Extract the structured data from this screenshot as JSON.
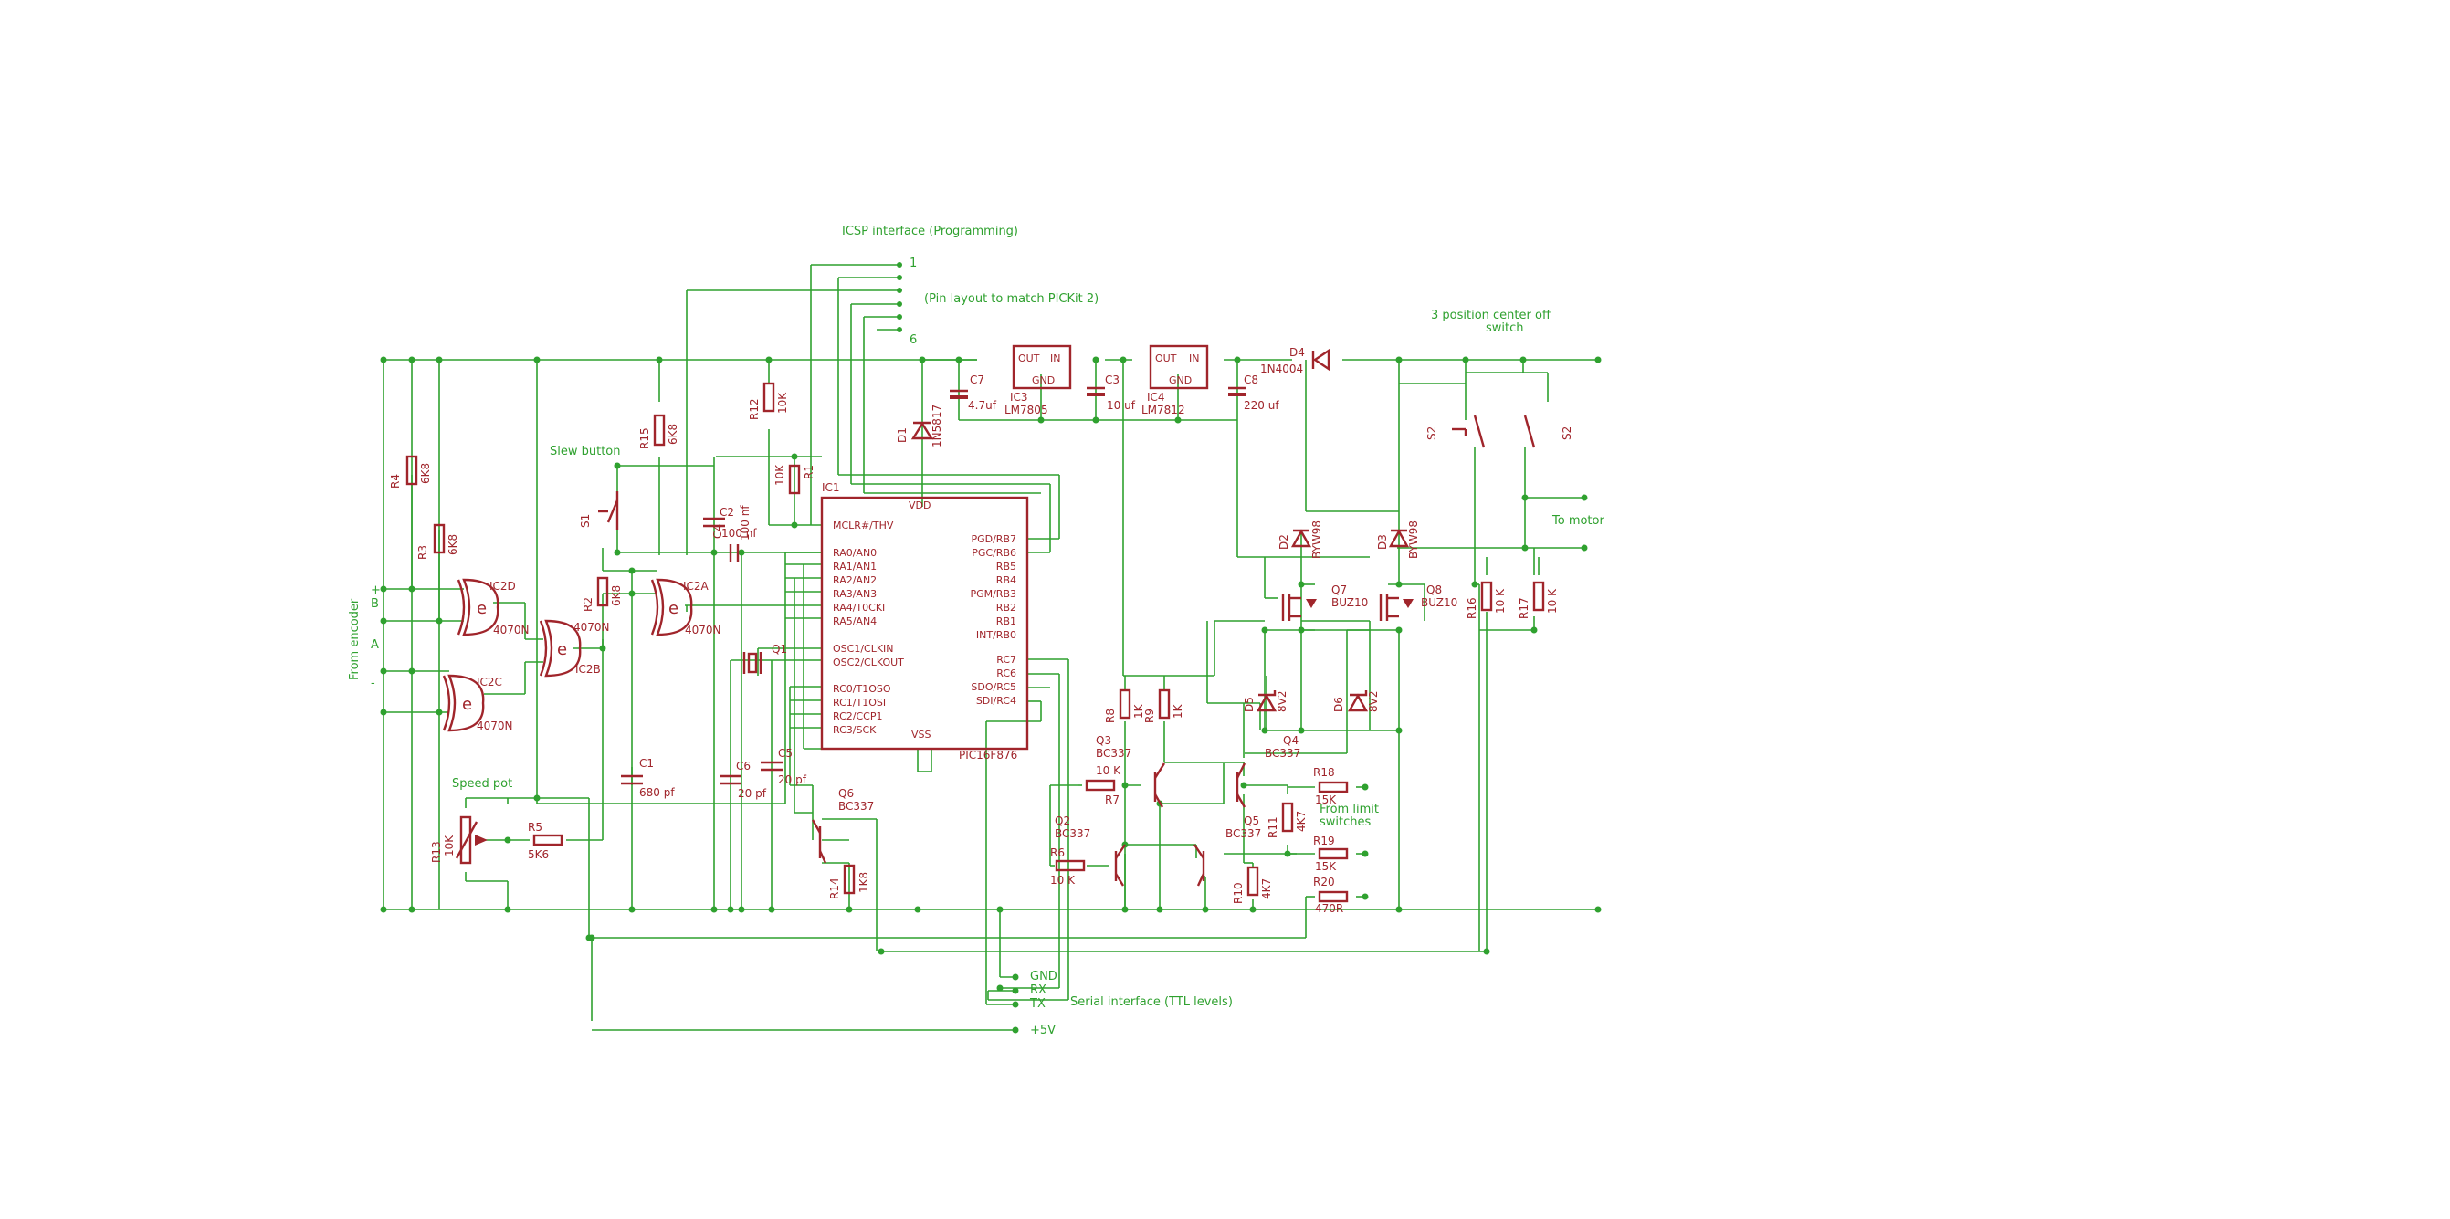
{
  "colors": {
    "wire": "#2fa12f",
    "part": "#a0252b",
    "background": "#ffffff"
  },
  "notes": {
    "icsp": "ICSP interface (Programming)",
    "pickit": "(Pin layout to match PICKit 2)",
    "icsp_pin1": "1",
    "icsp_pin6": "6",
    "slew": "Slew button",
    "speed_pot": "Speed pot",
    "encoder": "From encoder",
    "switch_line1": "3 position center off",
    "switch_line2": "switch",
    "motor": "To motor",
    "limit1": "From limit",
    "limit2": "switches",
    "serial": "Serial interface (TTL levels)",
    "serial_gnd": "GND",
    "serial_rx": "RX",
    "serial_tx": "TX",
    "plus5v": "+5V",
    "enc_plus": "+",
    "enc_b": "B",
    "enc_a": "A",
    "enc_minus": "-"
  },
  "ic1": {
    "name": "IC1",
    "part": "PIC16F876",
    "left_pins": [
      "MCLR#/THV",
      "RA0/AN0",
      "RA1/AN1",
      "RA2/AN2",
      "RA3/AN3",
      "RA4/T0CKI",
      "RA5/AN4",
      "OSC1/CLKIN",
      "OSC2/CLKOUT",
      "RC0/T1OSO",
      "RC1/T1OSI",
      "RC2/CCP1",
      "RC3/SCK"
    ],
    "right_pins": [
      "PGD/RB7",
      "PGC/RB6",
      "RB5",
      "RB4",
      "PGM/RB3",
      "RB2",
      "RB1",
      "INT/RB0",
      "RC7",
      "RC6",
      "SDO/RC5",
      "SDI/RC4"
    ],
    "vdd": "VDD",
    "vss": "VSS"
  },
  "regulators": [
    {
      "name": "IC3",
      "part": "LM7805",
      "out": "OUT",
      "in": "IN",
      "gnd": "GND"
    },
    {
      "name": "IC4",
      "part": "LM7812",
      "out": "OUT",
      "in": "IN",
      "gnd": "GND"
    }
  ],
  "gates": {
    "ic2d": {
      "name": "IC2D",
      "part": "4070N",
      "symbol": "e"
    },
    "ic2c": {
      "name": "IC2C",
      "part": "4070N",
      "symbol": "e"
    },
    "ic2b": {
      "name": "IC2B",
      "part": "4070N",
      "symbol": "e"
    },
    "ic2a": {
      "name": "IC2A",
      "part": "4070N",
      "symbol": "e"
    }
  },
  "components": {
    "r1": {
      "name": "R1",
      "value": "10K"
    },
    "r2": {
      "name": "R2",
      "value": "6K8"
    },
    "r3": {
      "name": "R3",
      "value": "6K8"
    },
    "r4": {
      "name": "R4",
      "value": "6K8"
    },
    "r5": {
      "name": "R5",
      "value": "5K6"
    },
    "r6": {
      "name": "R6",
      "value": "10 K"
    },
    "r7": {
      "name": "R7",
      "value": "10 K"
    },
    "r8": {
      "name": "R8",
      "value": "1K"
    },
    "r9": {
      "name": "R9",
      "value": "1K"
    },
    "r10": {
      "name": "R10",
      "value": "4K7"
    },
    "r11": {
      "name": "R11",
      "value": "4K7"
    },
    "r12": {
      "name": "R12",
      "value": "10K"
    },
    "r13": {
      "name": "R13",
      "value": "10K"
    },
    "r14": {
      "name": "R14",
      "value": "1K8"
    },
    "r15": {
      "name": "R15",
      "value": "6K8"
    },
    "r16": {
      "name": "R16",
      "value": "10 K"
    },
    "r17": {
      "name": "R17",
      "value": "10 K"
    },
    "r18": {
      "name": "R18",
      "value": "15K"
    },
    "r19": {
      "name": "R19",
      "value": "15K"
    },
    "r20": {
      "name": "R20",
      "value": "470R"
    },
    "c1": {
      "name": "C1",
      "value": "680 pf"
    },
    "c2": {
      "name": "C2",
      "value": "100 nf"
    },
    "c4": {
      "name": "C4",
      "value": "100 nf"
    },
    "c5": {
      "name": "C5",
      "value": "20 pf"
    },
    "c6": {
      "name": "C6",
      "value": "20 pf"
    },
    "c3": {
      "name": "C3",
      "value": "10 uf"
    },
    "c7": {
      "name": "C7",
      "value": "4.7uf"
    },
    "c8": {
      "name": "C8",
      "value": "220 uf"
    },
    "q1": {
      "name": "Q1",
      "value": ""
    },
    "q2": {
      "name": "Q2",
      "value": "BC337"
    },
    "q3": {
      "name": "Q3",
      "value": "BC337"
    },
    "q4": {
      "name": "Q4",
      "value": "BC337"
    },
    "q5": {
      "name": "Q5",
      "value": "BC337"
    },
    "q6": {
      "name": "Q6",
      "value": "BC337"
    },
    "q7": {
      "name": "Q7",
      "value": "BUZ10"
    },
    "q8": {
      "name": "Q8",
      "value": "BUZ10"
    },
    "d1": {
      "name": "D1",
      "value": "1N5817"
    },
    "d2": {
      "name": "D2",
      "value": "BYW98"
    },
    "d3": {
      "name": "D3",
      "value": "BYW98"
    },
    "d4": {
      "name": "D4",
      "value": "1N4004"
    },
    "d5": {
      "name": "D5",
      "value": "8V2"
    },
    "d6": {
      "name": "D6",
      "value": "8V2"
    },
    "s1": {
      "name": "S1"
    },
    "s2": {
      "name": "S2"
    }
  }
}
